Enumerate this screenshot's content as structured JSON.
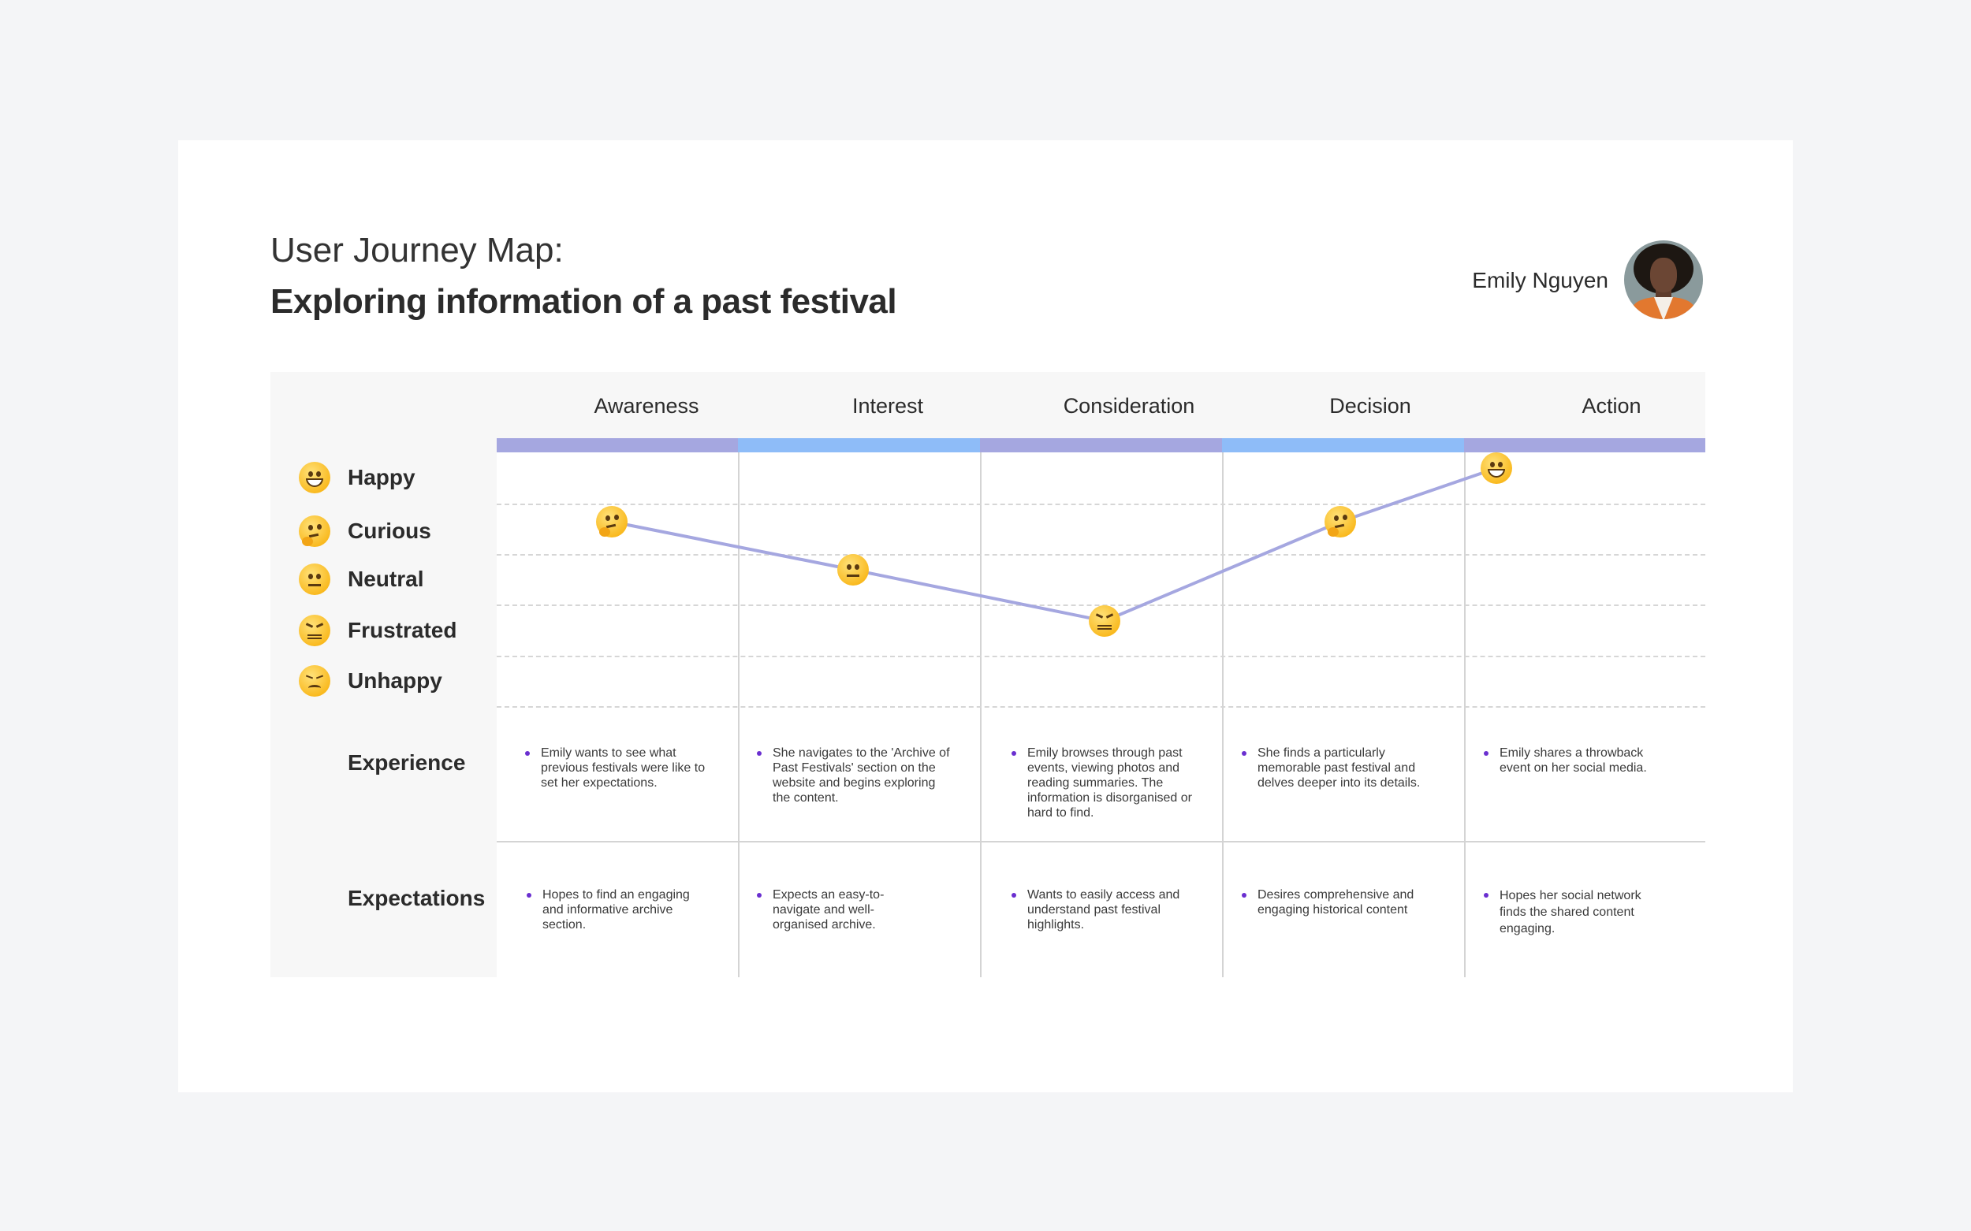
{
  "header": {
    "title_line1": "User Journey Map:",
    "title_line2": "Exploring information of a past festival",
    "persona_name": "Emily Nguyen"
  },
  "stages": [
    {
      "label": "Awareness",
      "color": "#a5a7e0"
    },
    {
      "label": "Interest",
      "color": "#8ebcf8"
    },
    {
      "label": "Consideration",
      "color": "#a5a7e0"
    },
    {
      "label": "Decision",
      "color": "#8ebcf8"
    },
    {
      "label": "Action",
      "color": "#a5a7e0"
    }
  ],
  "emotions": [
    {
      "label": "Happy",
      "icon": "grinning-face-icon"
    },
    {
      "label": "Curious",
      "icon": "thinking-face-icon"
    },
    {
      "label": "Neutral",
      "icon": "neutral-face-icon"
    },
    {
      "label": "Frustrated",
      "icon": "confounded-face-icon"
    },
    {
      "label": "Unhappy",
      "icon": "disappointed-face-icon"
    }
  ],
  "rows": {
    "experience_label": "Experience",
    "expectations_label": "Expectations"
  },
  "experience": [
    "Emily wants to see what previous festivals were like to set her expectations.",
    "She navigates to the 'Archive of Past Festivals' section on the website and begins exploring the content.",
    "Emily browses through past events, viewing photos and reading summaries. The information is disorganised or hard to find.",
    "She finds a particularly memorable past festival and delves deeper into its details.",
    "Emily shares a throwback event on her social media."
  ],
  "expectations": [
    "Hopes to find an engaging and informative archive section.",
    "Expects an easy-to-navigate and well-organised archive.",
    "Wants to easily access and understand past festival highlights.",
    "Desires comprehensive and engaging historical content",
    "Hopes her social network finds the shared content engaging."
  ],
  "chart_data": {
    "type": "line",
    "categories": [
      "Awareness",
      "Interest",
      "Consideration",
      "Decision",
      "Action"
    ],
    "y_levels": [
      "Happy",
      "Curious",
      "Neutral",
      "Frustrated",
      "Unhappy"
    ],
    "values": [
      "Curious",
      "Neutral",
      "Frustrated",
      "Curious",
      "Happy"
    ],
    "line_color": "#a5a7e0",
    "bullet_color": "#6a2fd0"
  }
}
